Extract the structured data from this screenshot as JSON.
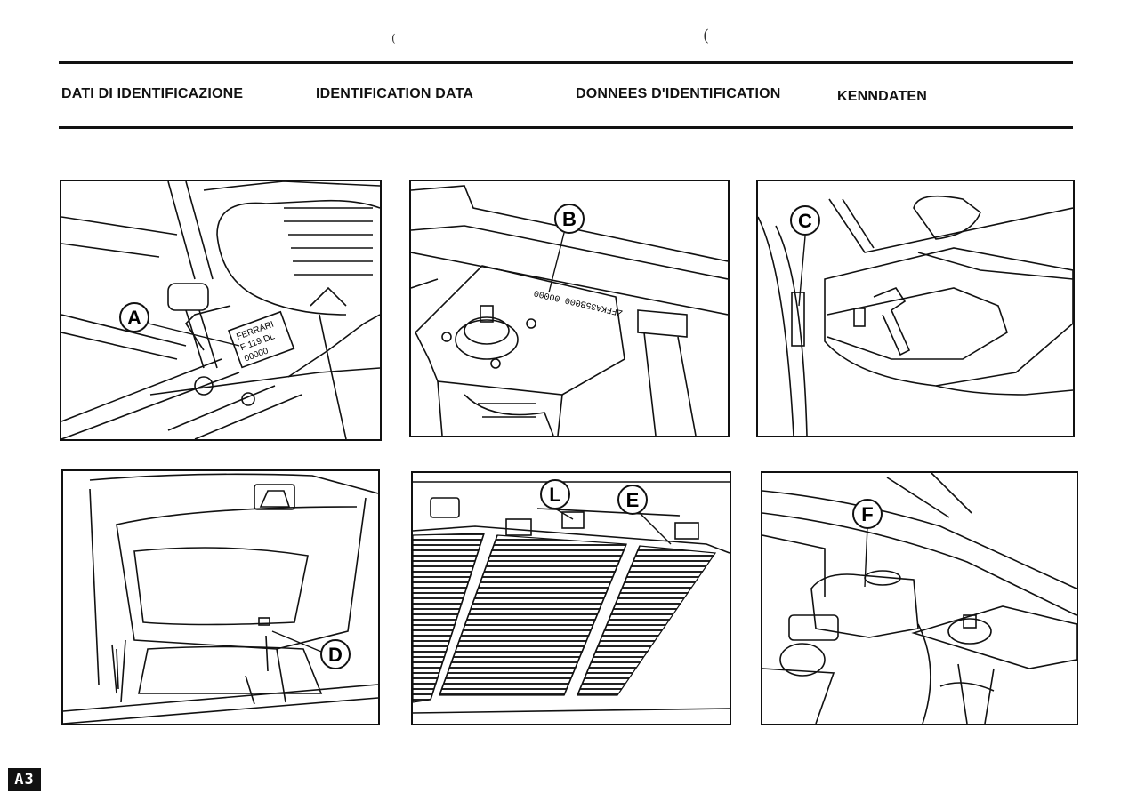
{
  "page_marks": [
    "(",
    "("
  ],
  "headings": {
    "it": "DATI DI IDENTIFICAZIONE",
    "en": "IDENTIFICATION DATA",
    "fr": "DONNEES D'IDENTIFICATION",
    "de": "KENNDATEN"
  },
  "panels": {
    "a": {
      "callout": "A",
      "plate_text": [
        "FERRARI",
        "F 119 DL",
        "00000"
      ]
    },
    "b": {
      "callout": "B",
      "stamp_text": "ZFFKA35B000 00000"
    },
    "c": {
      "callout": "C"
    },
    "d": {
      "callout": "D"
    },
    "e": {
      "callouts": [
        "L",
        "E"
      ]
    },
    "f": {
      "callout": "F"
    }
  },
  "page_number": "A3"
}
